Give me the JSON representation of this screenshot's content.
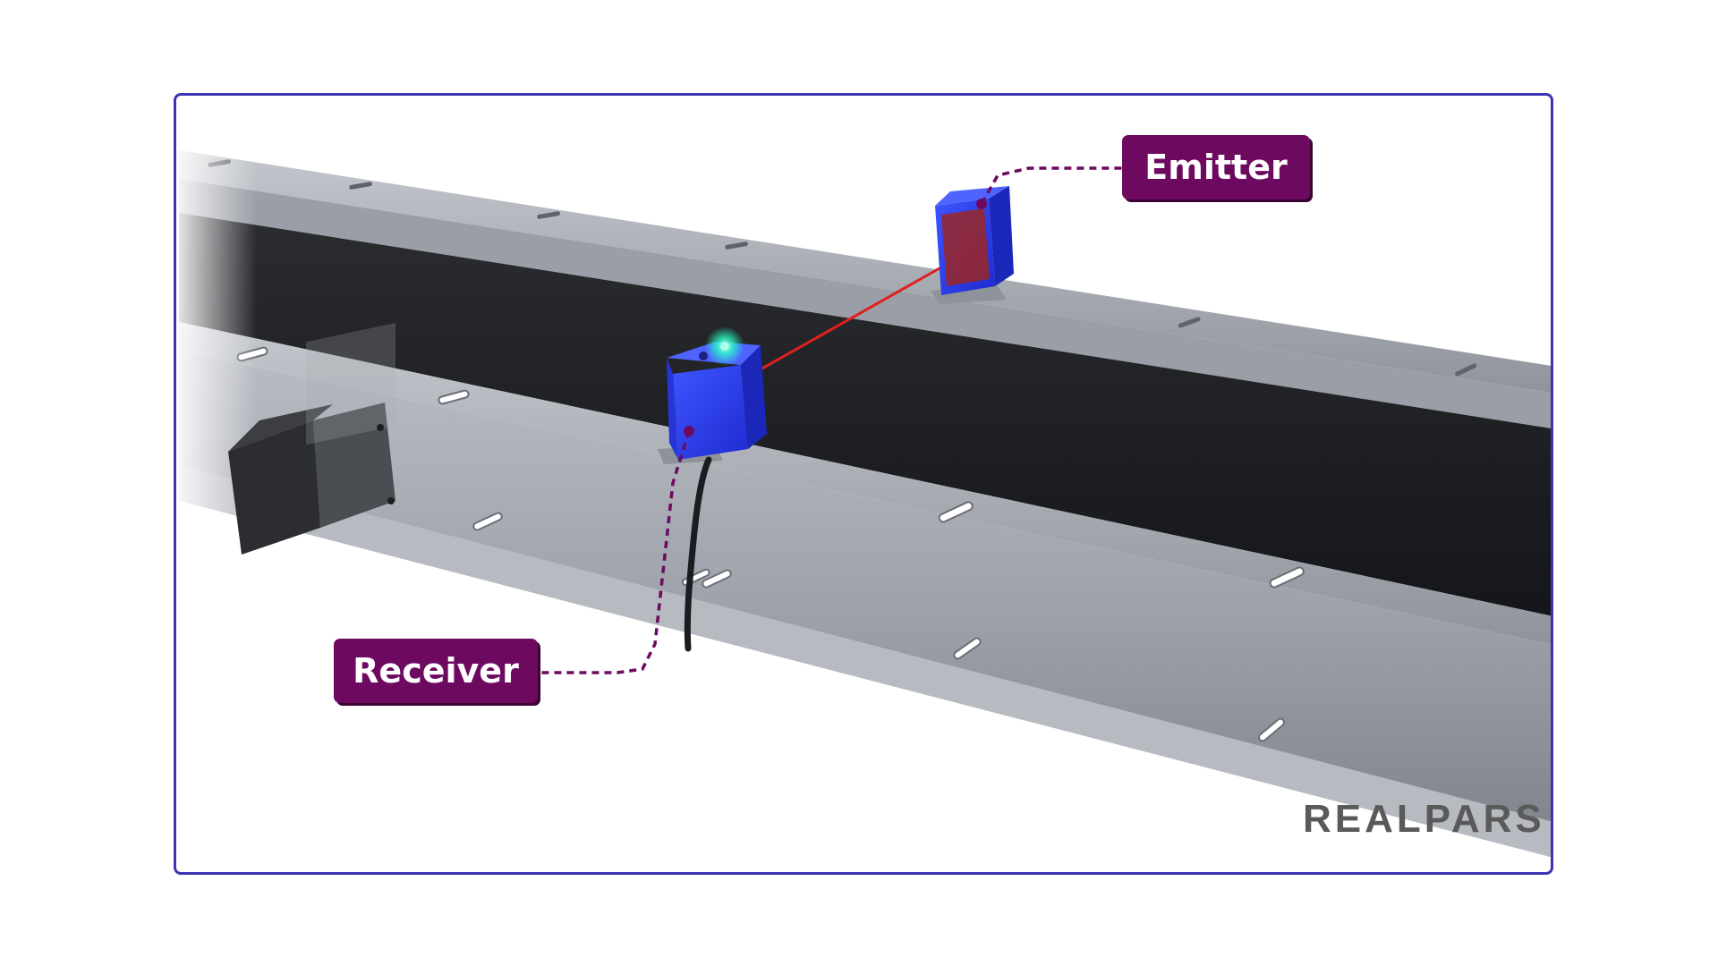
{
  "labels": {
    "emitter": "Emitter",
    "receiver": "Receiver"
  },
  "logo": {
    "text": "REALPARS"
  },
  "colors": {
    "frame": "#3b35b3",
    "callout_bg": "#6d0a5f",
    "leader_line": "#6d0a5f",
    "sensor_body": "#2f3fe6",
    "laser_beam": "#e02020",
    "indicator_led": "#2affc8",
    "belt": "#1d1f22",
    "conveyor_rail": "#a4a8b0",
    "logo": "#5a5a5a"
  }
}
